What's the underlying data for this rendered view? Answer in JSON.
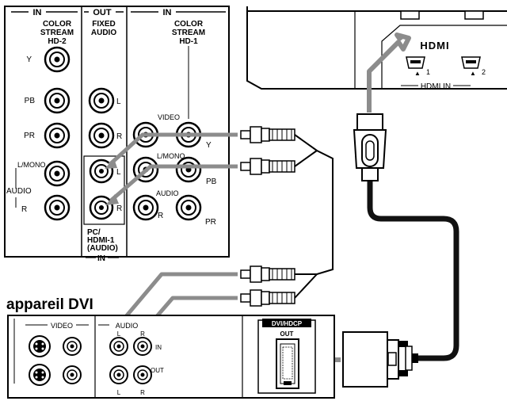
{
  "tv_panel": {
    "hd2_group": {
      "header": "IN",
      "title_lines": [
        "COLOR",
        "STREAM",
        "HD-2"
      ]
    },
    "fixed_audio_group": {
      "header": "OUT",
      "title_lines": [
        "FIXED",
        "AUDIO"
      ]
    },
    "hd1_group": {
      "header": "IN",
      "title_lines": [
        "COLOR",
        "STREAM",
        "HD-1"
      ]
    },
    "jack_labels": {
      "y_left": "Y",
      "pb_left": "PB",
      "pr_left": "PR",
      "fixed_l": "L",
      "fixed_r": "R",
      "lmono_left": "L/MONO",
      "audio_left": "AUDIO",
      "r_left": "R",
      "pc_audio_l": "L",
      "pc_audio_r": "R",
      "video": "VIDEO",
      "y_right": "Y",
      "lmono_right": "L/MONO",
      "pb_right": "PB",
      "audio_right": "AUDIO",
      "r_right": "R",
      "pr_right": "PR"
    },
    "pc_hdmi_label_lines": [
      "PC/",
      "HDMI-1",
      "(AUDIO)",
      "IN"
    ]
  },
  "hdmi_panel": {
    "logo": "HDMI",
    "port1": "1",
    "port2": "2",
    "in_label": "HDMI IN"
  },
  "device": {
    "title": "appareil DVI",
    "video_label": "VIDEO",
    "audio_label": "AUDIO",
    "audio_l_top": "L",
    "audio_r_top": "R",
    "in_label": "IN",
    "out_label": "OUT",
    "audio_l_bottom": "L",
    "audio_r_bottom": "R",
    "dvi_label": "DVI/HDCP",
    "dvi_out": "OUT"
  },
  "colors": {
    "line": "#000000",
    "arrow_gray": "#8c8c8c",
    "cable_black": "#111111",
    "cable_gray": "#9a9a9a"
  }
}
